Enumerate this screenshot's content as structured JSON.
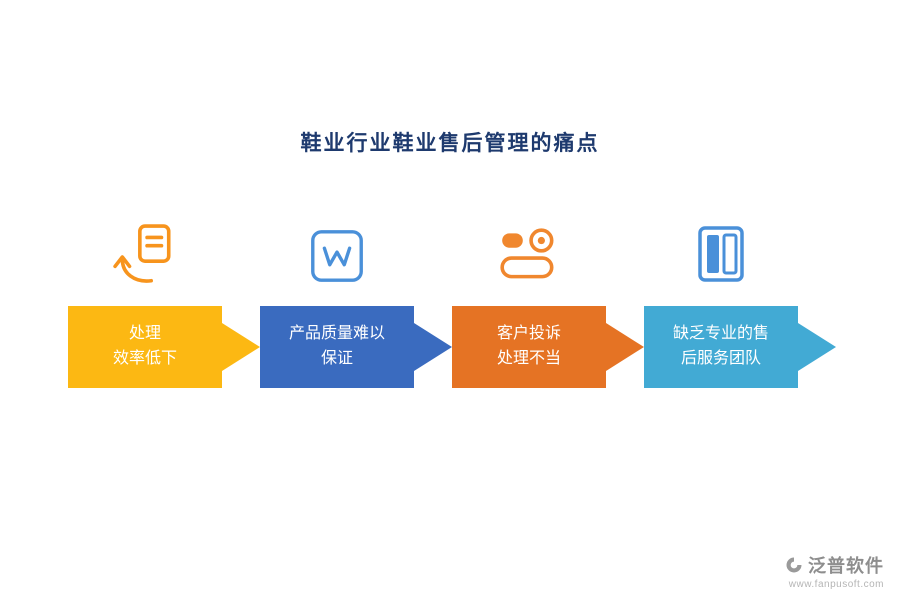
{
  "title": "鞋业行业鞋业售后管理的痛点",
  "steps": [
    {
      "lines": [
        "处理",
        "效率低下"
      ],
      "color": "#FCB813",
      "icon": "document-upload-icon",
      "icon_color": "#F7941D"
    },
    {
      "lines": [
        "产品质量难以",
        "保证"
      ],
      "color": "#3A6BBF",
      "icon": "w-square-icon",
      "icon_color": "#4A90D9"
    },
    {
      "lines": [
        "客户投诉",
        "处理不当"
      ],
      "color": "#E57324",
      "icon": "records-icon",
      "icon_color": "#F0872E"
    },
    {
      "lines": [
        "缺乏专业的售",
        "后服务团队"
      ],
      "color": "#42AAD4",
      "icon": "cabinet-icon",
      "icon_color": "#4A90D9"
    }
  ],
  "footer": {
    "brand": "泛普软件",
    "url": "www.fanpusoft.com"
  }
}
